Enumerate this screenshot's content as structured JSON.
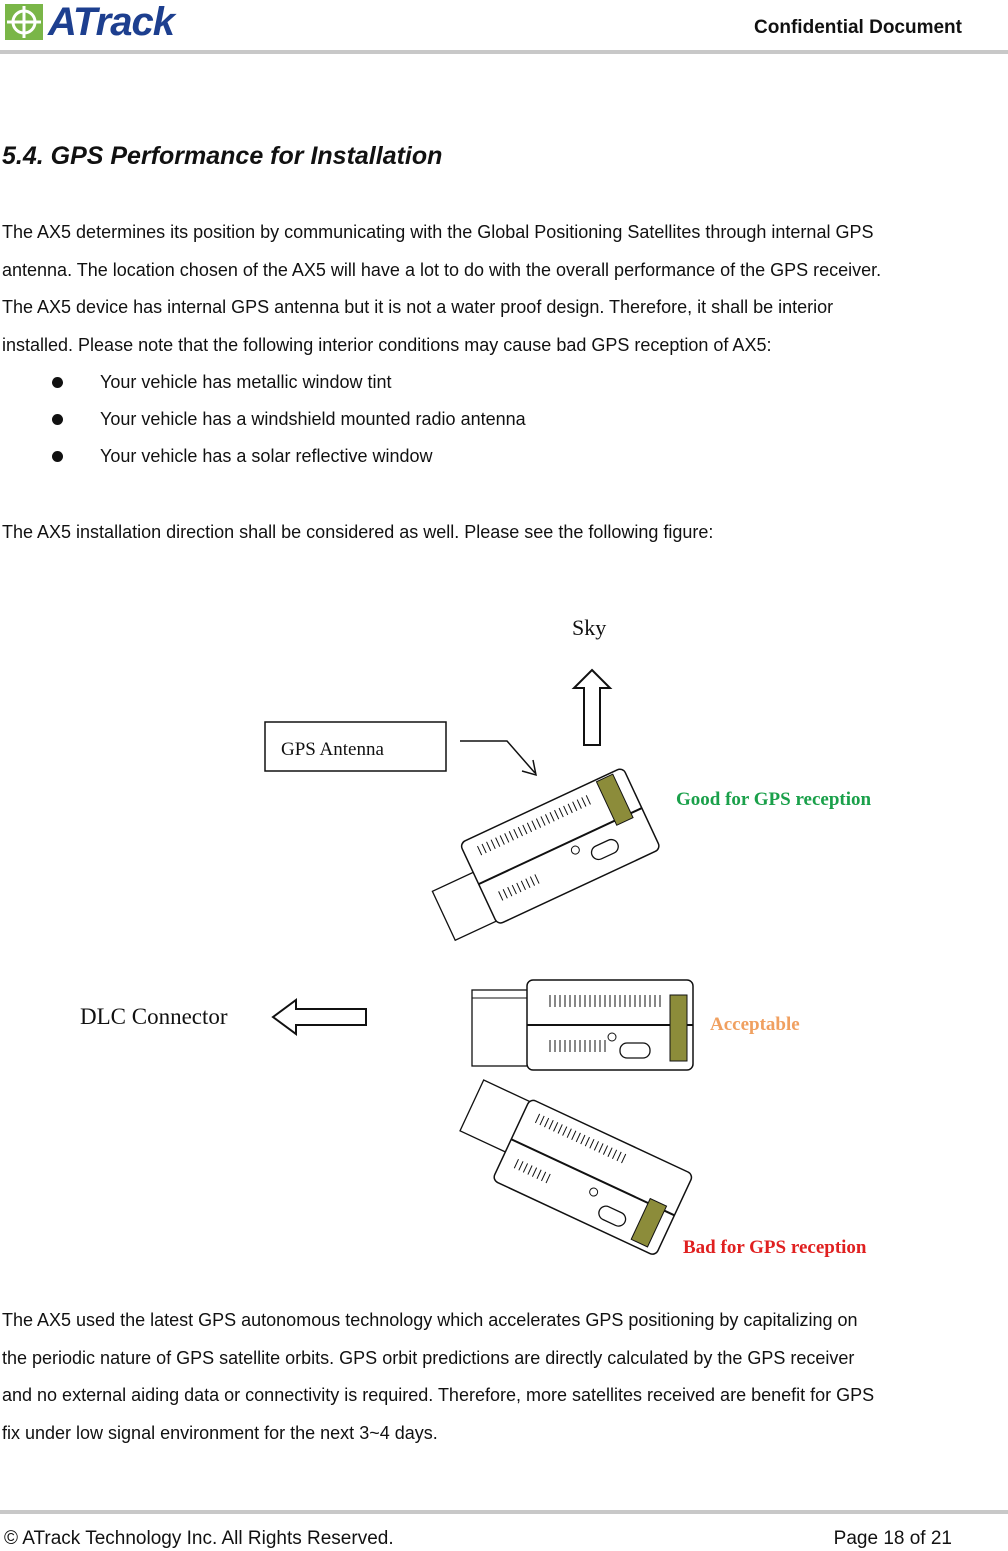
{
  "header": {
    "logo_text": "ATrack",
    "confidential": "Confidential Document"
  },
  "section": {
    "title": "5.4. GPS Performance for Installation"
  },
  "intro": {
    "lines": [
      "The AX5 determines its position by communicating with the Global Positioning Satellites through internal GPS",
      "antenna. The location chosen of the AX5 will have a lot to do with the overall performance of the GPS receiver.",
      "The AX5 device has internal GPS antenna but it is not a water proof design. Therefore, it shall be interior",
      "installed. Please note that the following interior conditions may cause bad GPS reception of AX5:"
    ]
  },
  "bullets": [
    "Your vehicle has metallic window tint",
    "Your vehicle has a windshield mounted radio antenna",
    "Your vehicle has a solar reflective window"
  ],
  "direction_note": "The AX5 installation direction shall be considered as well. Please see the following figure:",
  "figure": {
    "sky": "Sky",
    "gps_antenna": "GPS Antenna",
    "dlc_connector": "DLC Connector",
    "good": "Good for GPS reception",
    "acceptable": "Acceptable",
    "bad": "Bad for GPS reception",
    "colors": {
      "good": "#1aa04a",
      "acceptable": "#f0a060",
      "bad": "#e02020",
      "antenna_patch": "#8c8c3a"
    }
  },
  "outro": {
    "lines": [
      "The AX5 used the latest GPS autonomous technology which accelerates GPS positioning by capitalizing on",
      "the periodic nature of GPS satellite orbits. GPS orbit predictions are directly calculated by the GPS receiver",
      "and no external aiding data or connectivity is required. Therefore, more satellites received are benefit for GPS",
      "fix under low signal environment for the next 3~4 days."
    ]
  },
  "footer": {
    "copyright": "© ATrack Technology Inc. All Rights Reserved.",
    "page": "Page 18 of 21"
  }
}
